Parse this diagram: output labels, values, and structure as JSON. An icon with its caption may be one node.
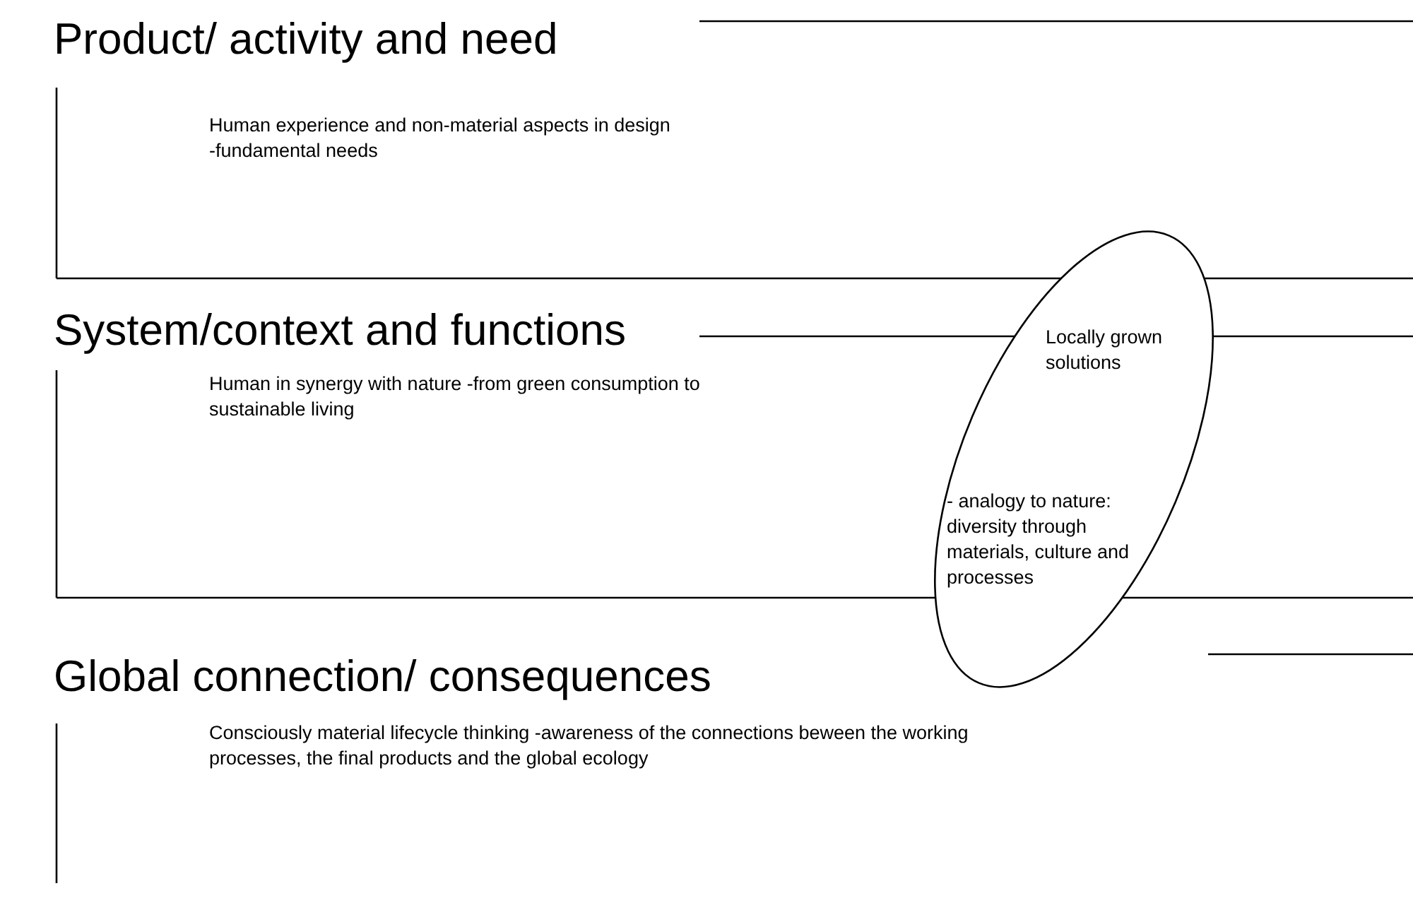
{
  "diagram": {
    "nodes": [
      {
        "text": [
          "Product/ activity and need",
          "Human experience and non-material aspects in design -fundamental needs"
        ]
      },
      {
        "text": [
          "System/context and functions",
          "Human in synergy with nature -from green consumption to sustainable living"
        ]
      },
      {
        "text": [
          "Global connection/ consequences",
          "Consciously material lifecycle thinking -awareness of the connections beween the working processes, the final products and the global ecology"
        ]
      },
      {
        "text": [
          "Locally grown solutions",
          "- analogy to nature: diversity through materials, culture and processes"
        ]
      }
    ]
  }
}
